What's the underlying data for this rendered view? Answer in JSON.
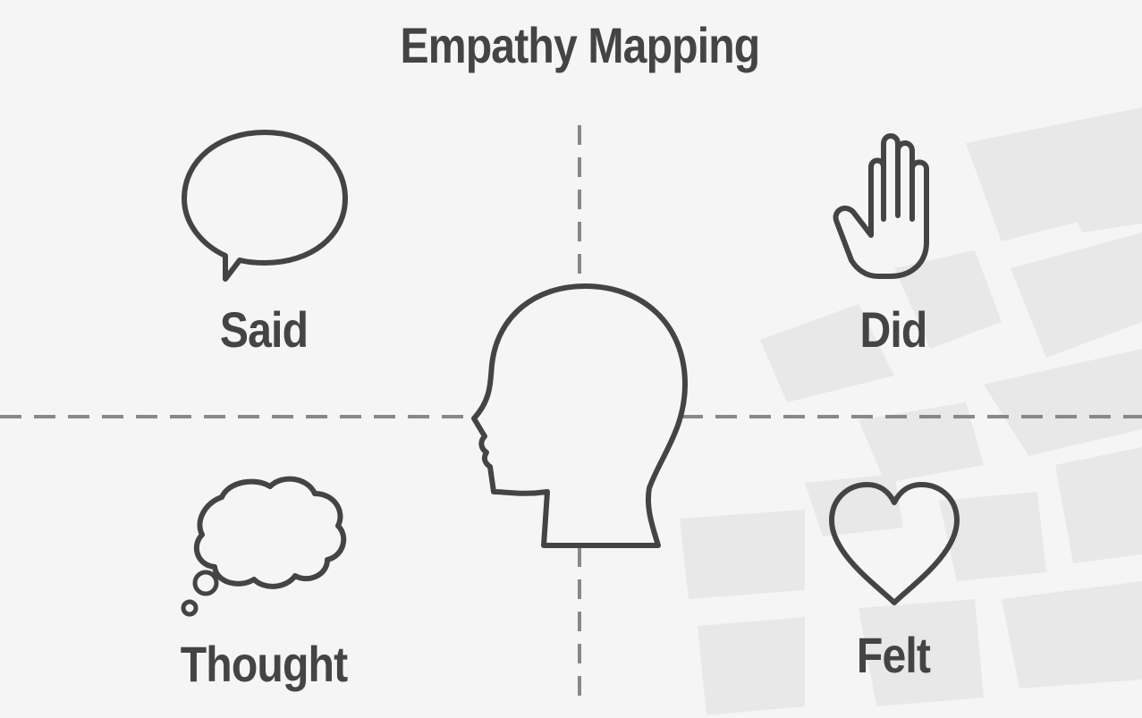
{
  "title": "Empathy Mapping",
  "quadrants": {
    "said": {
      "label": "Said",
      "icon": "speech-bubble-icon"
    },
    "did": {
      "label": "Did",
      "icon": "hand-icon"
    },
    "thought": {
      "label": "Thought",
      "icon": "thought-bubble-icon"
    },
    "felt": {
      "label": "Felt",
      "icon": "heart-icon"
    }
  },
  "center_icon": "head-profile-icon",
  "colors": {
    "background": "#f5f5f5",
    "ink": "#444444",
    "divider": "#888888",
    "watermark": "#e6e6e6"
  }
}
